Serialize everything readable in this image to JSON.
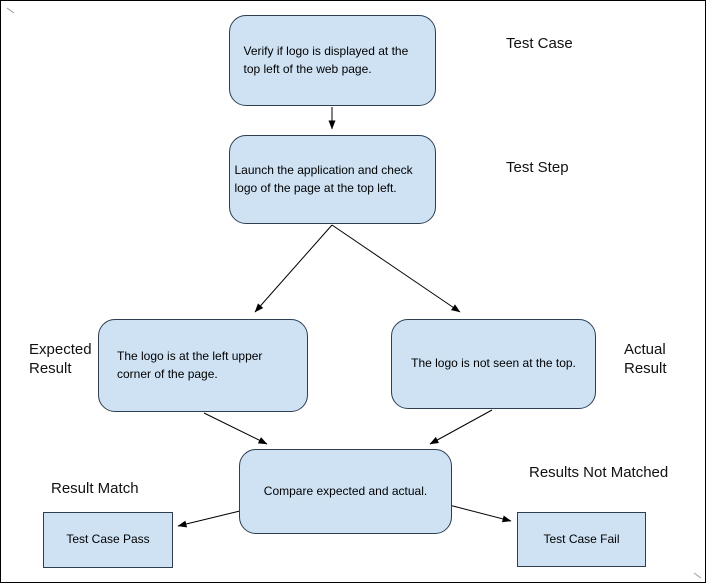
{
  "colors": {
    "node_fill": "#cfe2f3",
    "node_border": "#2d3e50",
    "arrow": "#000000",
    "canvas_border": "#000000"
  },
  "nodes": {
    "test_case": "Verify if logo is displayed at the top left of the web page.",
    "test_step": "Launch the application and check logo of the page at the top left.",
    "expected_result": "The logo is at the left upper corner of the page.",
    "actual_result": "The logo is not seen at the top.",
    "compare": "Compare expected and actual.",
    "pass": "Test Case Pass",
    "fail": "Test Case Fail"
  },
  "labels": {
    "test_case": "Test Case",
    "test_step": "Test Step",
    "expected_result": "Expected Result",
    "actual_result": "Actual Result",
    "result_match": "Result Match",
    "results_not_matched": "Results Not Matched"
  },
  "edges": [
    {
      "from": "test_case",
      "to": "test_step"
    },
    {
      "from": "test_step",
      "to": "expected_result"
    },
    {
      "from": "test_step",
      "to": "actual_result"
    },
    {
      "from": "expected_result",
      "to": "compare"
    },
    {
      "from": "actual_result",
      "to": "compare"
    },
    {
      "from": "compare",
      "to": "pass"
    },
    {
      "from": "compare",
      "to": "fail"
    }
  ]
}
